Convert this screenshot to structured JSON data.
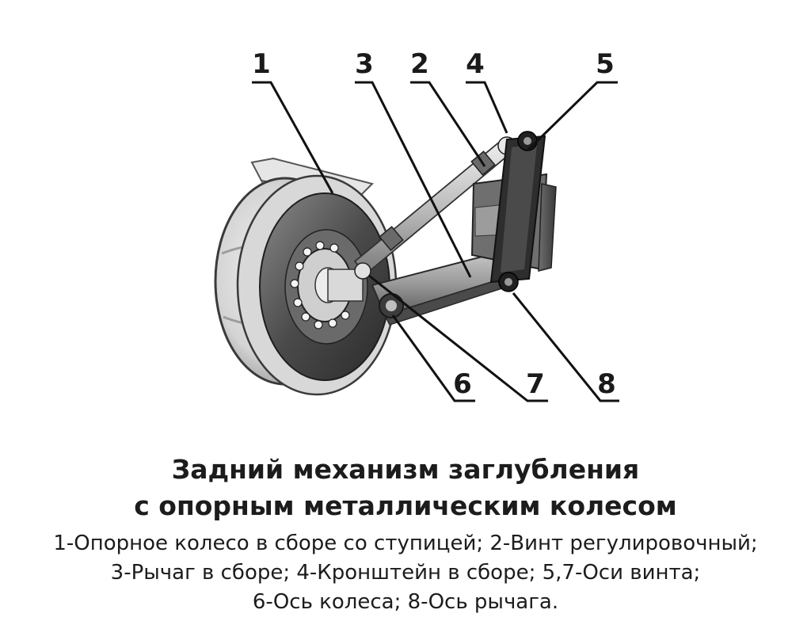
{
  "callouts": [
    "1",
    "2",
    "3",
    "4",
    "5",
    "6",
    "7",
    "8"
  ],
  "title": {
    "line1": "Задний механизм заглубления",
    "line2": "с опорным металлическим колесом"
  },
  "legend": {
    "line1": "1-Опорное колесо в сборе со ступицей; 2-Винт регулировочный;",
    "line2": "3-Рычаг в сборе; 4-Кронштейн в сборе; 5,7-Оси винта;",
    "line3": "6-Ось колеса; 8-Ось рычага."
  }
}
